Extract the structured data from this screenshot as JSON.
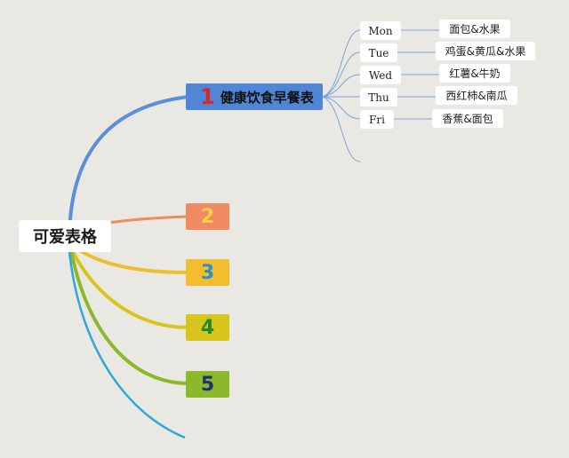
{
  "root": {
    "label": "可爱表格"
  },
  "branches": [
    {
      "number": "1",
      "label": "健康饮食早餐表",
      "fill": "#4f86d6",
      "number_color": "#d9262c",
      "line_color": "#5b8fd8"
    },
    {
      "number": "2",
      "fill": "#f08a62",
      "number_color": "#f6d24a",
      "line_color": "#f08a62"
    },
    {
      "number": "3",
      "fill": "#f3bd2f",
      "number_color": "#2b8fc9",
      "line_color": "#f0bd2f"
    },
    {
      "number": "4",
      "fill": "#d7c41c",
      "number_color": "#1f8a2b",
      "line_color": "#d8c41f"
    },
    {
      "number": "5",
      "fill": "#8db82b",
      "number_color": "#1e3273",
      "line_color": "#8db82b"
    }
  ],
  "extra_line_color": "#2fa7dc",
  "schedule": [
    {
      "day": "Mon",
      "food": "面包&水果"
    },
    {
      "day": "Tue",
      "food": "鸡蛋&黄瓜&水果"
    },
    {
      "day": "Wed",
      "food": "红薯&牛奶"
    },
    {
      "day": "Thu",
      "food": "西红柿&南瓜"
    },
    {
      "day": "Fri",
      "food": "香蕉&面包"
    }
  ],
  "leaf_line_color": "#7ea3d6"
}
